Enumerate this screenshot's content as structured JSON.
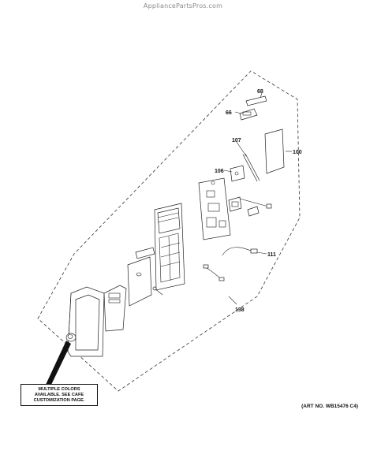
{
  "watermark": "AppliancePartsPros.com",
  "art_number": "(ART NO. WB15476 C4)",
  "note": {
    "lines": [
      "MULTIPLE COLORS",
      "AVAILABLE. SEE CAFE",
      "CUSTOMIZATION PAGE."
    ]
  },
  "callouts": {
    "c68": "68",
    "c66": "66",
    "c107": "107",
    "c100": "100",
    "c106": "106",
    "c111": "111",
    "c138": "138"
  }
}
